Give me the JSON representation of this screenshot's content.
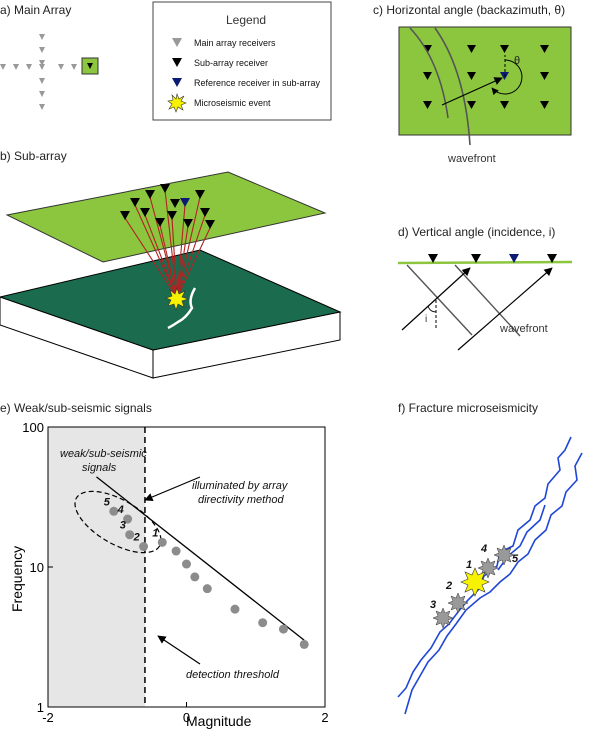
{
  "panels": {
    "a": "a) Main Array",
    "b": "b) Sub-array",
    "c": "c) Horizontal angle (backazimuth, θ)",
    "d": "d) Vertical angle (incidence, i)",
    "e": "e) Weak/sub-seismic signals",
    "f": "f) Fracture microseismicity"
  },
  "legend": {
    "title": "Legend",
    "items": [
      {
        "label": "Main array receivers",
        "color": "#999999"
      },
      {
        "label": "Sub-array receiver",
        "color": "#000000"
      },
      {
        "label": "Reference receiver in sub-array",
        "color": "#0b1a73"
      },
      {
        "label": "Microseismic event",
        "color": "#f6f200"
      }
    ]
  },
  "panel_c": {
    "theta": "θ",
    "wavefront": "wavefront"
  },
  "panel_d": {
    "incidence": "i",
    "wavefront": "wavefront"
  },
  "panel_e": {
    "weak_label_1": "weak/sub-seismic",
    "weak_label_2": "signals",
    "illum_1": "illuminated by array",
    "illum_2": "directivity method",
    "detection": "detection threshold"
  },
  "panel_f": {
    "event_numbers": [
      "1",
      "2",
      "3",
      "4",
      "5"
    ]
  },
  "colors": {
    "green_light": "#8cc63f",
    "green_dark": "#1b6b4f",
    "reference_blue": "#0b1a73",
    "fracture_blue": "#1f47d6",
    "event_yellow": "#f6f200",
    "grey_fill": "#e6e6e6"
  },
  "chart_data": {
    "type": "scatter",
    "xlabel": "Magnitude",
    "ylabel": "Frequency",
    "x_ticks": [
      "-2",
      "0",
      "2"
    ],
    "y_ticks": [
      "1",
      "10",
      "100"
    ],
    "xlim": [
      -2,
      2
    ],
    "ylim_log10": [
      0,
      2
    ],
    "y_scale": "log",
    "detection_threshold": -0.6,
    "points": [
      {
        "x": -1.05,
        "y": 25,
        "label": "5"
      },
      {
        "x": -0.85,
        "y": 22,
        "label": "4"
      },
      {
        "x": -0.82,
        "y": 17,
        "label": "3"
      },
      {
        "x": -0.62,
        "y": 14,
        "label": "2"
      },
      {
        "x": -0.35,
        "y": 15,
        "label": "1"
      },
      {
        "x": -0.15,
        "y": 13,
        "label": ""
      },
      {
        "x": 0.0,
        "y": 10.5,
        "label": ""
      },
      {
        "x": 0.12,
        "y": 8.5,
        "label": ""
      },
      {
        "x": 0.3,
        "y": 7,
        "label": ""
      },
      {
        "x": 0.7,
        "y": 5,
        "label": ""
      },
      {
        "x": 1.1,
        "y": 4,
        "label": ""
      },
      {
        "x": 1.4,
        "y": 3.6,
        "label": ""
      },
      {
        "x": 1.7,
        "y": 2.8,
        "label": ""
      }
    ],
    "fit_line": [
      [
        -1.3,
        44
      ],
      [
        1.7,
        3
      ]
    ]
  }
}
